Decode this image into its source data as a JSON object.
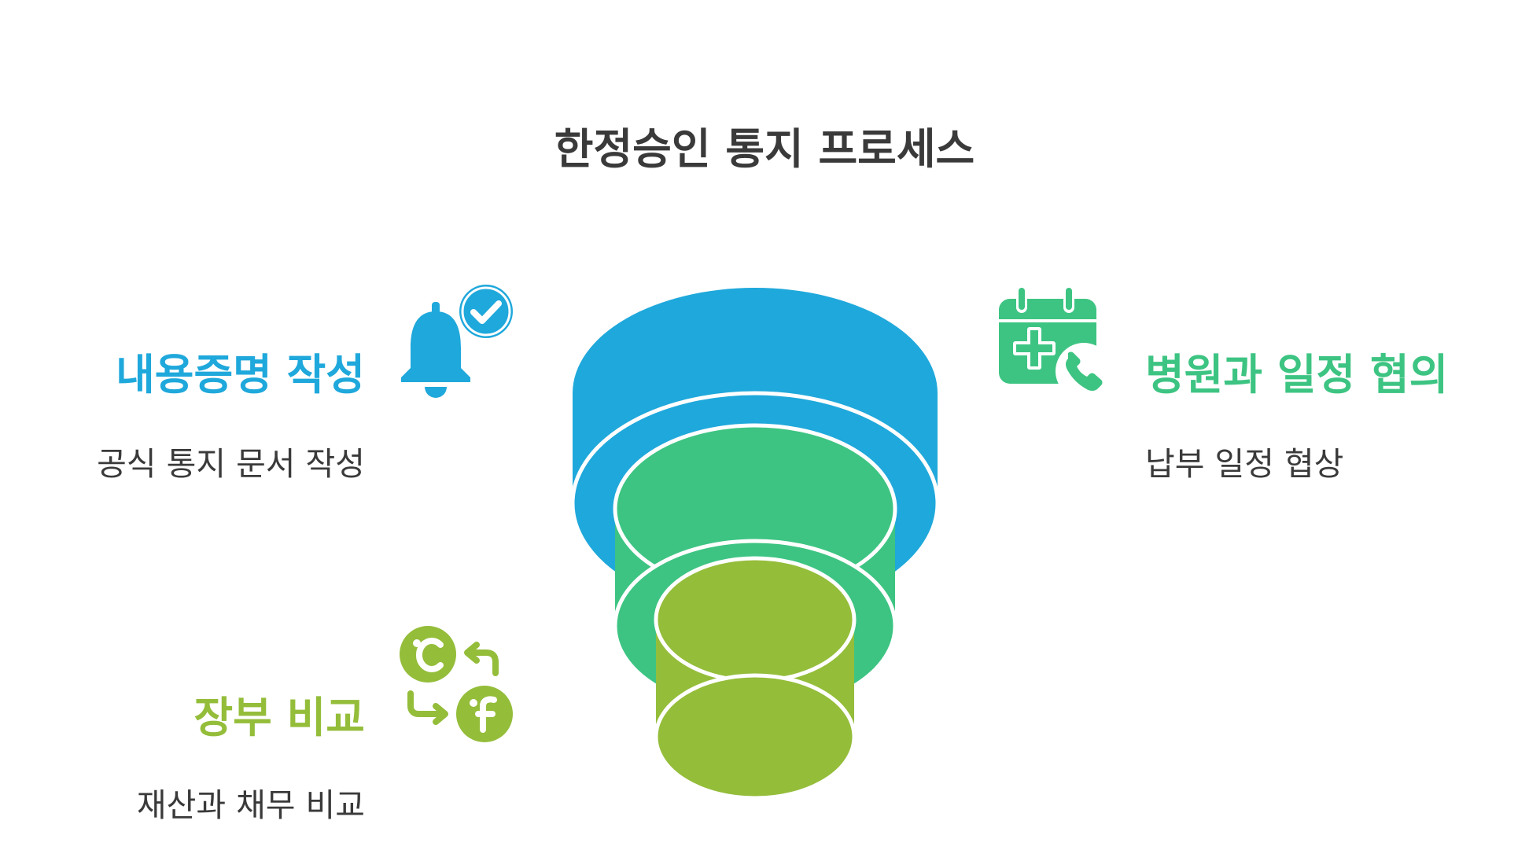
{
  "title": "한정승인 통지 프로세스",
  "colors": {
    "blue": "#1fa8db",
    "green": "#3dc482",
    "olive": "#94bd3a",
    "text": "#3a3a3a"
  },
  "steps": [
    {
      "title": "내용증명 작성",
      "description": "공식 통지 문서 작성",
      "icon": "bell-check-icon",
      "color": "#1fa8db"
    },
    {
      "title": "병원과 일정 협의",
      "description": "납부 일정 협상",
      "icon": "medical-calendar-phone-icon",
      "color": "#3dc482"
    },
    {
      "title": "장부 비교",
      "description": "재산과 채무 비교",
      "icon": "celsius-fahrenheit-convert-icon",
      "color": "#94bd3a"
    }
  ]
}
